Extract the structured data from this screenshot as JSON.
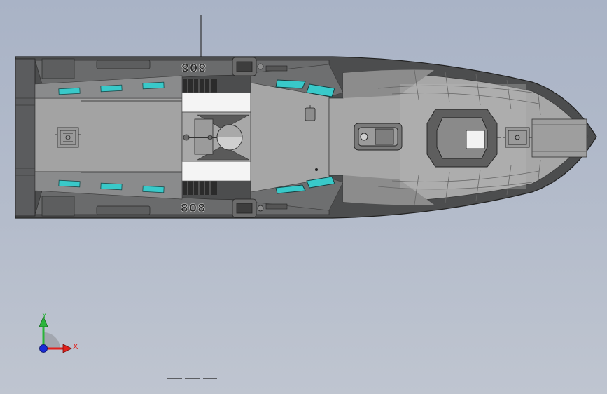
{
  "hull": {
    "number_port": "808",
    "number_starboard": "808"
  },
  "triad": {
    "x_label": "X",
    "y_label": "Y",
    "x_color": "#e0201c",
    "y_color": "#2ab43a",
    "z_color": "#1a2bd6"
  },
  "colors": {
    "background_top": "#a9b3c6",
    "background_bottom": "#bfc5d0",
    "hull_dark": "#4c4d4e",
    "deck": "#a3a3a3",
    "bow_deck": "#a6a6a6",
    "window_glass": "#39c9c9"
  }
}
